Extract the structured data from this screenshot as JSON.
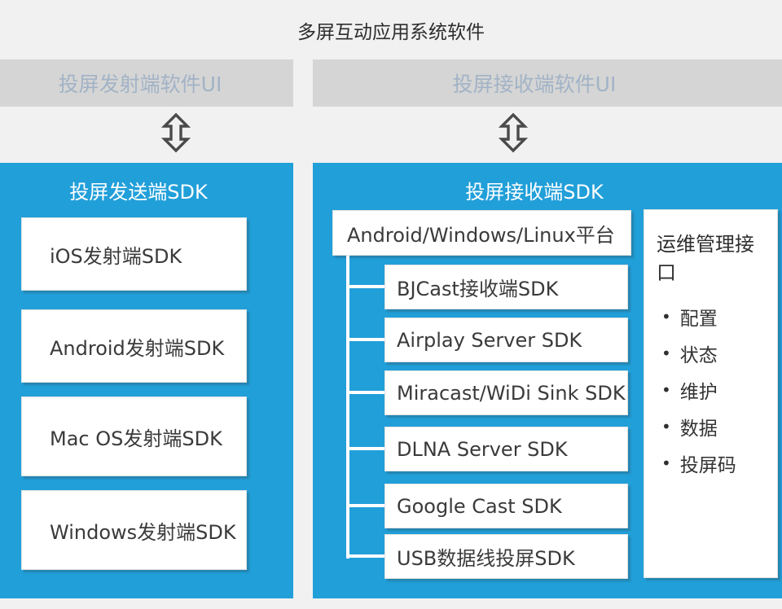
{
  "title": "多屏互动应用系统软件",
  "sender": {
    "ui_label": "投屏发射端软件UI",
    "sdk_title": "投屏发送端SDK",
    "items": [
      "iOS发射端SDK",
      "Android发射端SDK",
      "Mac OS发射端SDK",
      "Windows发射端SDK"
    ]
  },
  "receiver": {
    "ui_label": "投屏接收端软件UI",
    "sdk_title": "投屏接收端SDK",
    "platform_label": "Android/Windows/Linux平台",
    "items": [
      "BJCast接收端SDK",
      "Airplay Server SDK",
      "Miracast/WiDi Sink SDK",
      "DLNA Server SDK",
      "Google Cast SDK",
      "USB数据线投屏SDK"
    ],
    "ops": {
      "title": "运维管理接口",
      "bullet_icon": "•",
      "items": [
        "配置",
        "状态",
        "维护",
        "数据",
        "投屏码"
      ]
    }
  },
  "icons": {
    "sync_arrow": "double-vertical-arrow"
  },
  "colors": {
    "accent_blue": "#219fd9",
    "bar_gray": "#d5d5d5",
    "bar_text": "#a2b3c6",
    "background": "#f1f1f1",
    "box_text": "#3a3a3a",
    "arrow_stroke": "#4a4a4a",
    "white": "#ffffff"
  }
}
